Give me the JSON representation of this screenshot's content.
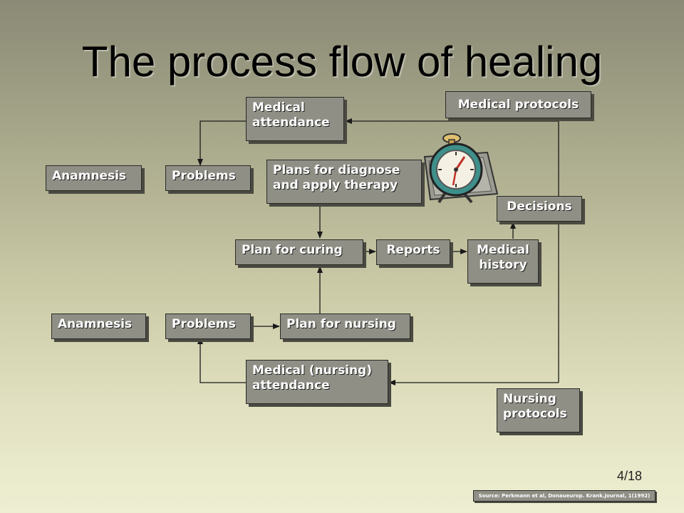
{
  "title": "The process flow of healing",
  "nodes": {
    "medical_attendance": "Medical\nattendance",
    "medical_protocols": "Medical protocols",
    "anamnesis_top": "Anamnesis",
    "problems_top": "Problems",
    "plans_diagnose": "Plans for diagnose\nand apply therapy",
    "decisions": "Decisions",
    "plan_curing": "Plan for curing",
    "reports": "Reports",
    "medical_history": "Medical\nhistory",
    "anamnesis_bottom": "Anamnesis",
    "problems_bottom": "Problems",
    "plan_nursing": "Plan for nursing",
    "nursing_attendance": "Medical (nursing)\nattendance",
    "nursing_protocols": "Nursing\nprotocols"
  },
  "page_number": "4/18",
  "source": "Source: Perkmann et al, Donaueurop. Krank.Journal, 1(1992)",
  "colors": {
    "box": "#8f8f86",
    "box_shadow": "#4a4a42",
    "line": "#1a1a1a"
  },
  "clip_art": "alarm-clock-icon"
}
